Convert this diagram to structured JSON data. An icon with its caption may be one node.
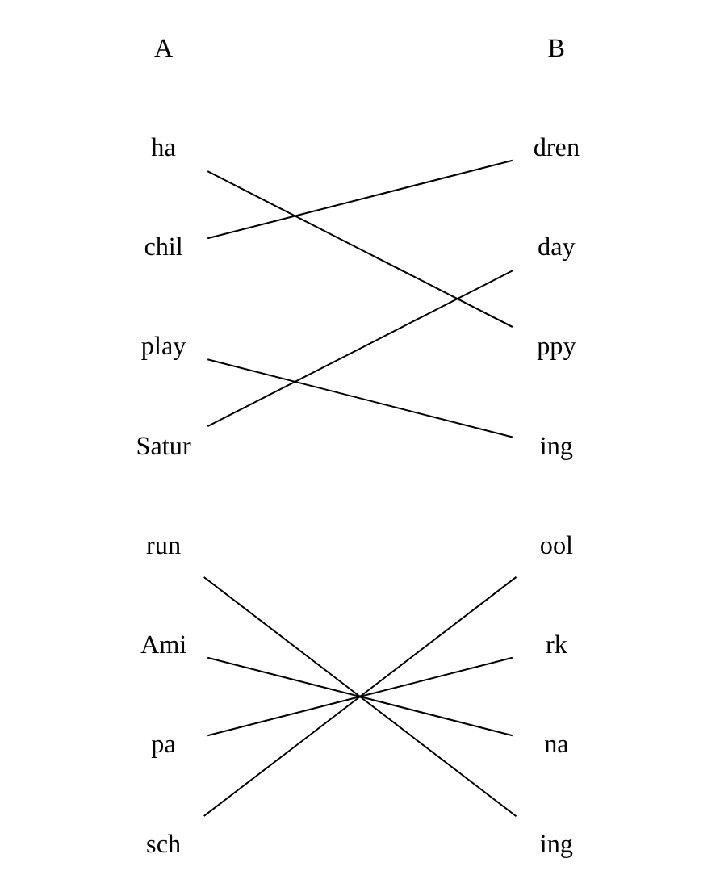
{
  "diagram": {
    "nodes": [
      {
        "text": [
          "ha"
        ]
      },
      {
        "text": [
          "chil"
        ]
      },
      {
        "text": [
          "play"
        ]
      },
      {
        "text": [
          "Satur"
        ]
      },
      {
        "text": [
          "run"
        ]
      },
      {
        "text": [
          "Ami"
        ]
      },
      {
        "text": [
          "pa"
        ]
      },
      {
        "text": [
          "sch"
        ]
      },
      {
        "text": [
          "dren"
        ]
      },
      {
        "text": [
          "day"
        ]
      },
      {
        "text": [
          "ppy"
        ]
      },
      {
        "text": [
          "ing"
        ]
      },
      {
        "text": [
          "ool"
        ]
      },
      {
        "text": [
          "rk"
        ]
      },
      {
        "text": [
          "na"
        ]
      },
      {
        "text": [
          "ing"
        ]
      }
    ],
    "edges": [
      {
        "from": 0,
        "to": 10,
        "arrow": "none"
      },
      {
        "from": 1,
        "to": 8,
        "arrow": "none"
      },
      {
        "from": 2,
        "to": 11,
        "arrow": "none"
      },
      {
        "from": 3,
        "to": 9,
        "arrow": "none"
      },
      {
        "from": 4,
        "to": 15,
        "arrow": "none"
      },
      {
        "from": 5,
        "to": 14,
        "arrow": "none"
      },
      {
        "from": 6,
        "to": 13,
        "arrow": "none"
      },
      {
        "from": 7,
        "to": 12,
        "arrow": "none"
      }
    ],
    "labels": [
      "A",
      "B"
    ]
  }
}
